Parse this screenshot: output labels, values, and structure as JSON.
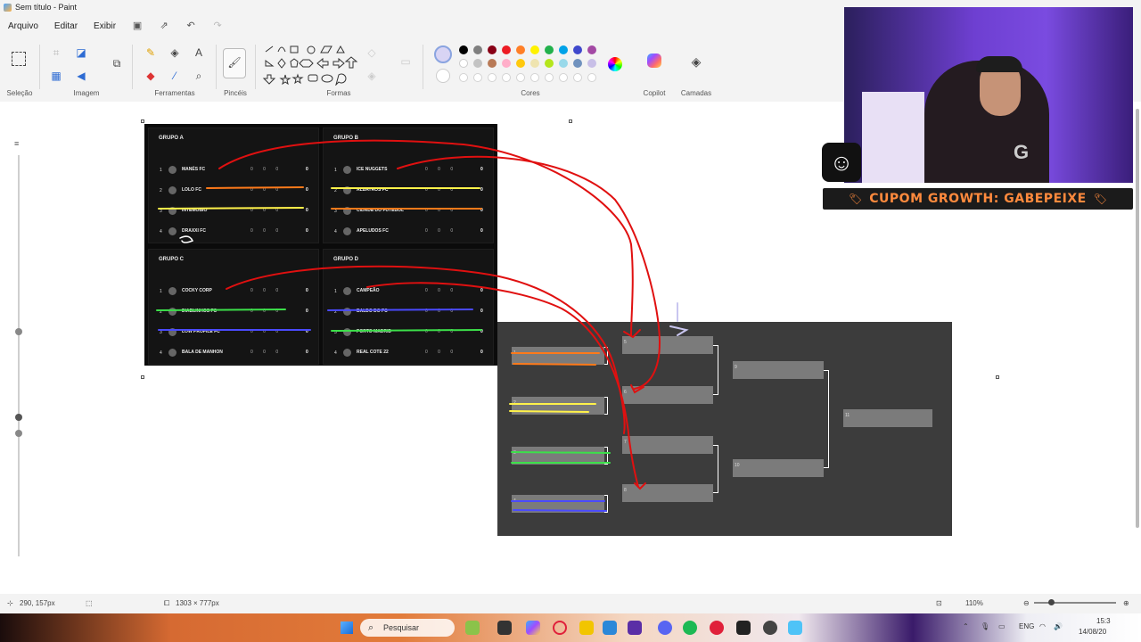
{
  "window": {
    "title": "Sem título - Paint"
  },
  "menu": [
    "Arquivo",
    "Editar",
    "Exibir"
  ],
  "ribbon": {
    "groups": [
      "Seleção",
      "Imagem",
      "Ferramentas",
      "Pincéis",
      "Formas",
      "Cores",
      "Copilot",
      "Camadas"
    ],
    "palette_row1": [
      "#000000",
      "#7f7f7f",
      "#880015",
      "#ed1c24",
      "#ff7f27",
      "#fff200",
      "#22b14c",
      "#00a2e8",
      "#3f48cc",
      "#a349a4"
    ],
    "palette_row2": [
      "#ffffff",
      "#c3c3c3",
      "#b97a57",
      "#ffaec9",
      "#ffc90e",
      "#efe4b0",
      "#b5e61d",
      "#99d9ea",
      "#7092be",
      "#c8bfe7"
    ]
  },
  "standings": {
    "groups": [
      {
        "title": "GRUPO A",
        "teams": [
          {
            "pos": "1",
            "name": "MANÉS FC",
            "stats": "0 0 0",
            "pts": "0"
          },
          {
            "pos": "2",
            "name": "LOLO FC",
            "stats": "0 0 0",
            "pts": "0"
          },
          {
            "pos": "3",
            "name": "INTEMOBIO",
            "stats": "0 0 0",
            "pts": "0"
          },
          {
            "pos": "4",
            "name": "DRAXXI FC",
            "stats": "0 0 0",
            "pts": "0"
          }
        ]
      },
      {
        "title": "GRUPO B",
        "teams": [
          {
            "pos": "1",
            "name": "ICE NUGGETS",
            "stats": "0 0 0",
            "pts": "0"
          },
          {
            "pos": "2",
            "name": "ALBATROS FC",
            "stats": "0 0 0",
            "pts": "0"
          },
          {
            "pos": "3",
            "name": "CIDADE DO FUTEBOL",
            "stats": "0 0 0",
            "pts": "0"
          },
          {
            "pos": "4",
            "name": "APELUDOS FC",
            "stats": "0 0 0",
            "pts": "0"
          }
        ]
      },
      {
        "title": "GRUPO C",
        "teams": [
          {
            "pos": "1",
            "name": "COCKY CORP",
            "stats": "0 0 0",
            "pts": "0"
          },
          {
            "pos": "2",
            "name": "DIABLINHOS FC",
            "stats": "0 0 0",
            "pts": "0"
          },
          {
            "pos": "3",
            "name": "LOW PROFILE FC",
            "stats": "0 0 0",
            "pts": "0"
          },
          {
            "pos": "4",
            "name": "BALA DE MANHON",
            "stats": "0 0 0",
            "pts": "0"
          }
        ]
      },
      {
        "title": "GRUPO D",
        "teams": [
          {
            "pos": "1",
            "name": "CAMPEÃO",
            "stats": "0 0 0",
            "pts": "0"
          },
          {
            "pos": "2",
            "name": "BALDO DO FC",
            "stats": "0 0 0",
            "pts": "0"
          },
          {
            "pos": "3",
            "name": "PORTO MADRID",
            "stats": "0 0 0",
            "pts": "0"
          },
          {
            "pos": "4",
            "name": "REAL COTE 22",
            "stats": "0 0 0",
            "pts": "0"
          }
        ]
      }
    ]
  },
  "bracket": {
    "first_round": [
      "1",
      "2",
      "3",
      "4"
    ],
    "qf": [
      "5",
      "6",
      "7",
      "8"
    ],
    "sf": [
      "9",
      "10"
    ],
    "final": [
      "11"
    ]
  },
  "overlay": {
    "coupon": "CUPOM GROWTH: GABEPEIXE",
    "cam_brand": "G"
  },
  "status": {
    "cursor": "290, 157px",
    "canvas_size": "1303 × 777px",
    "zoom": "110%"
  },
  "taskbar": {
    "search_placeholder": "Pesquisar",
    "lang": "ENG",
    "time": "15:3",
    "date": "14/08/20"
  }
}
